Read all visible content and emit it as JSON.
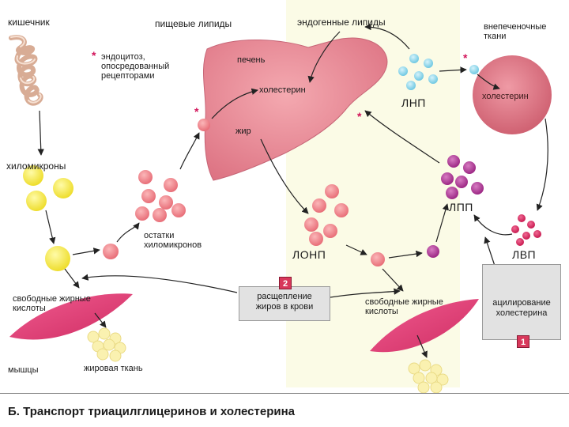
{
  "labels": {
    "intestine": "кишечник",
    "dietary_lipids": "пищевые липиды",
    "endogenous_lipids": "эндогенные липиды",
    "extrahepatic_tissues": "внепеченочные\nткани",
    "endocytosis": "эндоцитоз,\nопосредованный\nрецепторами",
    "liver": "печень",
    "cholesterol_liver": "холестерин",
    "cholesterol_tissue": "холестерин",
    "fat": "жир",
    "ldl": "ЛНП",
    "chylomicrons": "хиломикроны",
    "chylomicron_remnants": "остатки\nхиломикронов",
    "vldl": "ЛОНП",
    "idl": "ЛПП",
    "hdl": "ЛВП",
    "ffa_left": "свободные жирные\nкислоты",
    "ffa_right": "свободные жирные\nкислоты",
    "muscles": "мышцы",
    "adipose": "жировая ткань",
    "lipolysis": "расщепление\nжиров в крови",
    "acylation": "ацилирование\nхолестерина",
    "badge_lipolysis": "2",
    "badge_acylation": "1",
    "star": "*",
    "caption": "Б. Транспорт триацилглицеринов и холестерина"
  },
  "colors": {
    "liver": "#e8858f",
    "liver_dark": "#d46a78",
    "tissue": "#d6707d",
    "chylomicron": "#f2ea4a",
    "remnant": "#ee7f86",
    "ldl": "#86d3e8",
    "idl": "#b03a96",
    "hdl": "#d72a63",
    "muscle": "#e2407a",
    "adipose": "#faf1b0",
    "intestine": "#e9c8b4",
    "star": "#d2145a"
  }
}
